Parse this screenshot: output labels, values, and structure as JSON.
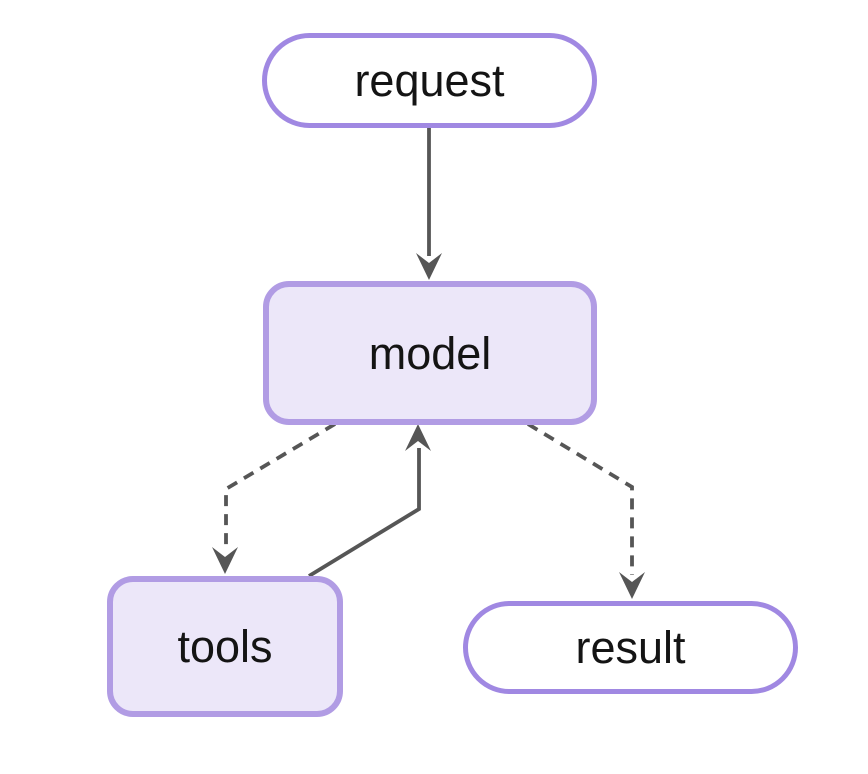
{
  "diagram": {
    "type": "flowchart",
    "direction": "top-down",
    "nodes": [
      {
        "id": "request",
        "label": "request",
        "shape": "stadium"
      },
      {
        "id": "model",
        "label": "model",
        "shape": "rounded-rect"
      },
      {
        "id": "tools",
        "label": "tools",
        "shape": "rounded-rect"
      },
      {
        "id": "result",
        "label": "result",
        "shape": "stadium"
      }
    ],
    "edges": [
      {
        "from": "request",
        "to": "model",
        "style": "solid",
        "arrow": "down"
      },
      {
        "from": "model",
        "to": "tools",
        "style": "dashed",
        "arrow": "down"
      },
      {
        "from": "tools",
        "to": "model",
        "style": "solid",
        "arrow": "up"
      },
      {
        "from": "model",
        "to": "result",
        "style": "dashed",
        "arrow": "down"
      }
    ],
    "colors": {
      "background": "#ffffff",
      "stadium_fill": "#ffffff",
      "stadium_border": "#a088e2",
      "rect_fill": "#ece7f9",
      "rect_border": "#b19ce4",
      "edge": "#565656",
      "text": "#141414"
    }
  }
}
